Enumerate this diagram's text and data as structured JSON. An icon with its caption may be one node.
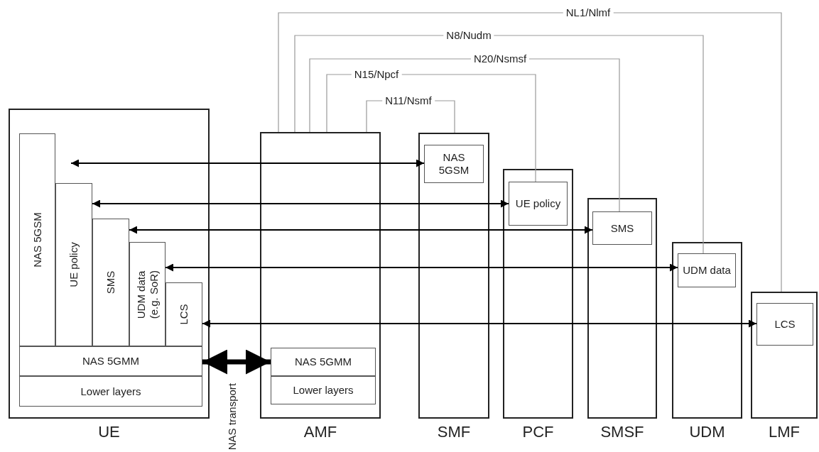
{
  "diagram": {
    "nodes": [
      {
        "text": [
          "UE"
        ]
      },
      {
        "text": [
          "NAS 5GSM"
        ],
        "in": 0
      },
      {
        "text": [
          "UE policy"
        ],
        "in": 0
      },
      {
        "text": [
          "SMS"
        ],
        "in": 0
      },
      {
        "text": [
          "UDM data (e.g. SoR)"
        ],
        "in": 0
      },
      {
        "text": [
          "LCS"
        ],
        "in": 0
      },
      {
        "text": [
          "NAS 5GMM"
        ],
        "in": 0
      },
      {
        "text": [
          "Lower layers"
        ],
        "in": 0
      },
      {
        "text": [
          "AMF"
        ]
      },
      {
        "text": [
          "NAS 5GMM"
        ],
        "in": 8
      },
      {
        "text": [
          "Lower layers"
        ],
        "in": 8
      },
      {
        "text": [
          "SMF"
        ]
      },
      {
        "text": [
          "NAS 5GSM"
        ],
        "in": 11
      },
      {
        "text": [
          "PCF"
        ]
      },
      {
        "text": [
          "UE policy"
        ],
        "in": 13
      },
      {
        "text": [
          "SMSF"
        ]
      },
      {
        "text": [
          "SMS"
        ],
        "in": 15
      },
      {
        "text": [
          "UDM"
        ]
      },
      {
        "text": [
          "UDM data"
        ],
        "in": 17
      },
      {
        "text": [
          "LMF"
        ]
      },
      {
        "text": [
          "LCS"
        ],
        "in": 19
      }
    ],
    "edges": [
      {
        "from": 1,
        "to": 12,
        "arrow": "both"
      },
      {
        "from": 2,
        "to": 14,
        "arrow": "both"
      },
      {
        "from": 3,
        "to": 16,
        "arrow": "both"
      },
      {
        "from": 4,
        "to": 18,
        "arrow": "both"
      },
      {
        "from": 5,
        "to": 20,
        "arrow": "both"
      },
      {
        "from": 6,
        "to": 9,
        "arrow": "both",
        "label": "NAS transport",
        "style": "thick"
      },
      {
        "from": 8,
        "to": 11,
        "arrow": "none",
        "label": "N11/Nsmf",
        "color": "#999999"
      },
      {
        "from": 8,
        "to": 14,
        "arrow": "none",
        "label": "N15/Npcf",
        "color": "#999999"
      },
      {
        "from": 8,
        "to": 16,
        "arrow": "none",
        "label": "N20/Nsmsf",
        "color": "#999999"
      },
      {
        "from": 8,
        "to": 18,
        "arrow": "none",
        "label": "N8/Nudm",
        "color": "#999999"
      },
      {
        "from": 8,
        "to": 19,
        "arrow": "none",
        "label": "NL1/Nlmf",
        "color": "#999999"
      }
    ]
  }
}
